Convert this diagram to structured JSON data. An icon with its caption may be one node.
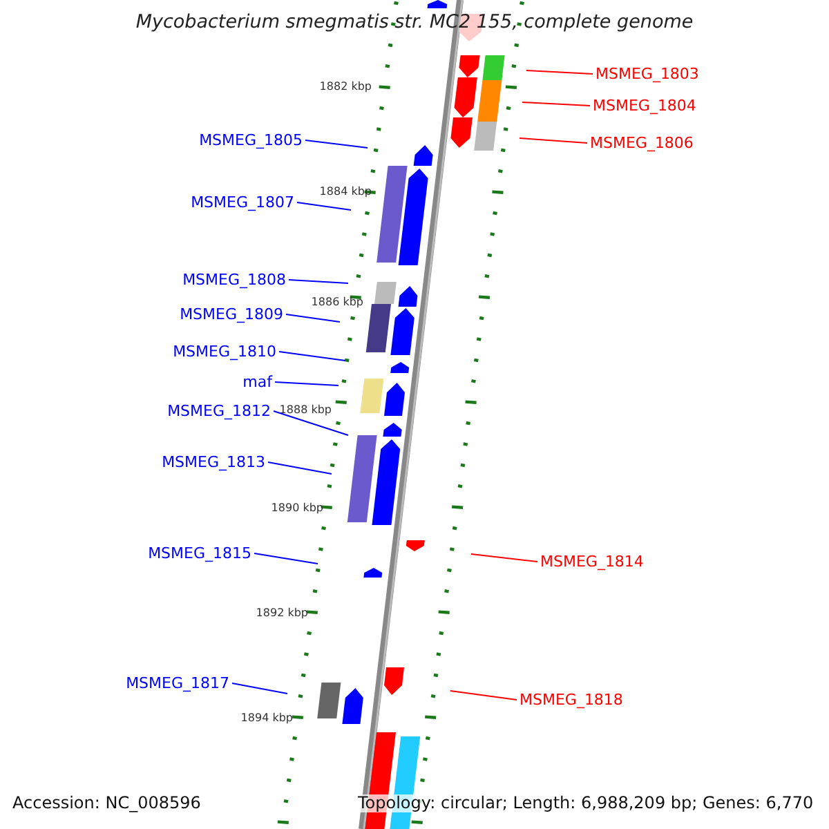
{
  "diagram": {
    "title": "Mycobacterium smegmatis str. MC2 155, complete genome",
    "nodes": [
      {
        "text": [
          "MSMEG_1803"
        ]
      },
      {
        "text": [
          "MSMEG_1804"
        ]
      },
      {
        "text": [
          "MSMEG_1805"
        ]
      },
      {
        "text": [
          "MSMEG_1806"
        ]
      },
      {
        "text": [
          "MSMEG_1807"
        ]
      },
      {
        "text": [
          "MSMEG_1808"
        ]
      },
      {
        "text": [
          "MSMEG_1809"
        ]
      },
      {
        "text": [
          "MSMEG_1810"
        ]
      },
      {
        "text": [
          "maf"
        ]
      },
      {
        "text": [
          "MSMEG_1812"
        ]
      },
      {
        "text": [
          "MSMEG_1813"
        ]
      },
      {
        "text": [
          "MSMEG_1815"
        ]
      },
      {
        "text": [
          "MSMEG_1814"
        ]
      },
      {
        "text": [
          "MSMEG_1817"
        ]
      },
      {
        "text": [
          "MSMEG_1818"
        ]
      }
    ],
    "edges": [
      {
        "from": 0,
        "to": null,
        "arrow": "none",
        "color": "#ff0000"
      },
      {
        "from": 1,
        "to": null,
        "arrow": "none",
        "color": "#ff0000"
      },
      {
        "from": 2,
        "to": null,
        "arrow": "none"
      },
      {
        "from": 3,
        "to": null,
        "arrow": "none",
        "color": "#ff0000"
      },
      {
        "from": 4,
        "to": null,
        "arrow": "none"
      },
      {
        "from": 5,
        "to": null,
        "arrow": "none"
      },
      {
        "from": 6,
        "to": null,
        "arrow": "none"
      },
      {
        "from": 7,
        "to": null,
        "arrow": "none"
      },
      {
        "from": 8,
        "to": null,
        "arrow": "none"
      },
      {
        "from": 9,
        "to": null,
        "arrow": "none"
      },
      {
        "from": 10,
        "to": null,
        "arrow": "none"
      },
      {
        "from": 11,
        "to": null,
        "arrow": "none"
      },
      {
        "from": 12,
        "to": null,
        "arrow": "none",
        "color": "#ff0000"
      },
      {
        "from": 13,
        "to": null,
        "arrow": "none"
      },
      {
        "from": 14,
        "to": null,
        "arrow": "none",
        "color": "#ff0000"
      }
    ],
    "labels": [
      "1882 kbp",
      "1884 kbp",
      "1886 kbp",
      "1888 kbp",
      "1890 kbp",
      "1892 kbp",
      "1894 kbp",
      "Accession: NC_008596",
      "Topology: circular; Length: 6,988,209 bp; Genes: 6,770"
    ]
  }
}
